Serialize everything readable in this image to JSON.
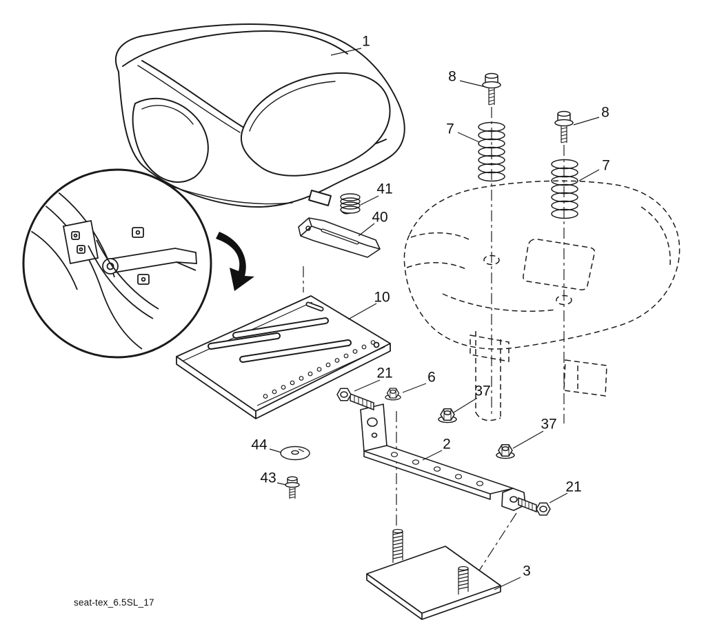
{
  "diagram": {
    "caption": "seat-tex_6.5SL_17",
    "colors": {
      "ink": "#1a1a1a",
      "paper": "#ffffff"
    },
    "icons": {
      "rotation_arrow": "curved-arrow"
    },
    "callouts": [
      {
        "label": "1"
      },
      {
        "label": "8"
      },
      {
        "label": "8"
      },
      {
        "label": "7"
      },
      {
        "label": "7"
      },
      {
        "label": "41"
      },
      {
        "label": "40"
      },
      {
        "label": "10"
      },
      {
        "label": "21"
      },
      {
        "label": "6"
      },
      {
        "label": "37"
      },
      {
        "label": "37"
      },
      {
        "label": "2"
      },
      {
        "label": "44"
      },
      {
        "label": "43"
      },
      {
        "label": "21"
      },
      {
        "label": "3"
      }
    ]
  }
}
